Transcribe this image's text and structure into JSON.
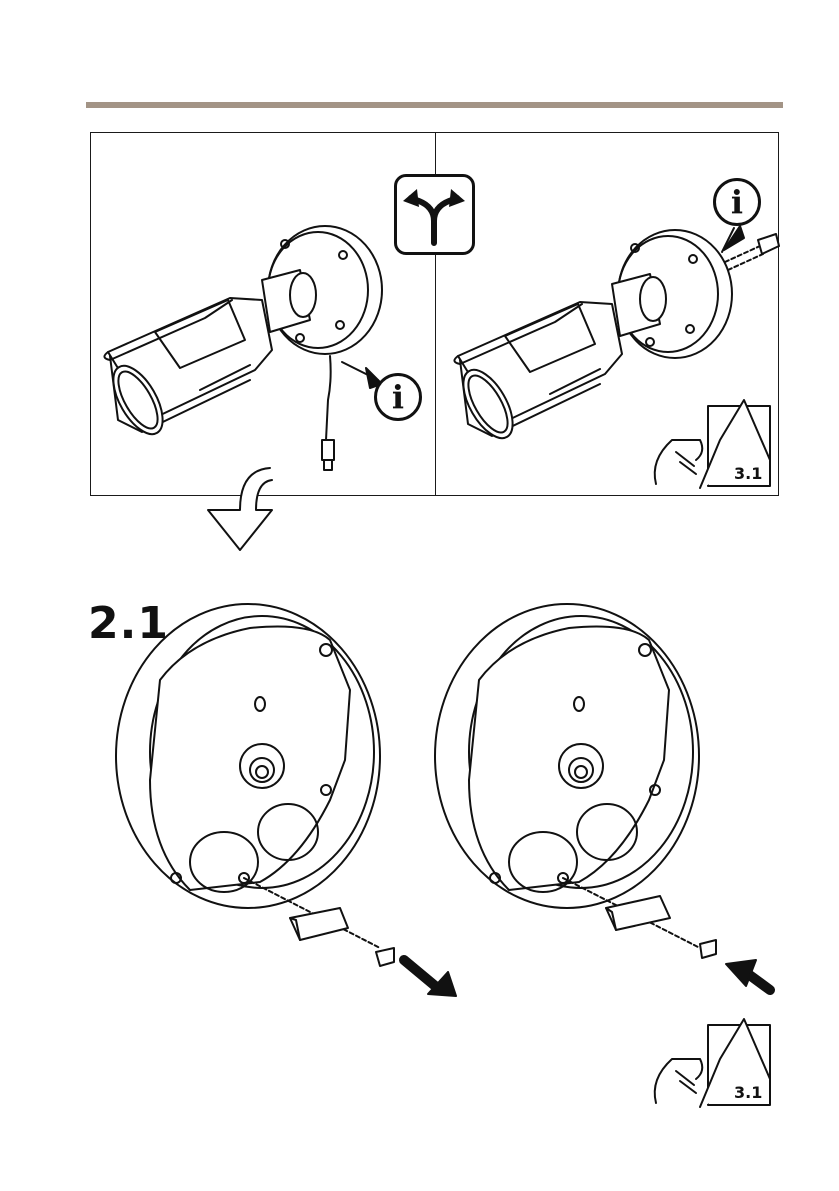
{
  "page": {
    "accent_color": "#a39486"
  },
  "step": {
    "number": "2.1"
  },
  "references": {
    "top_right": "3.1",
    "bottom_right": "3.1"
  },
  "icons": {
    "info_symbol": "i",
    "names": [
      "info-icon",
      "fork-arrow-icon",
      "down-arrow-icon",
      "page-reference-icon"
    ]
  }
}
